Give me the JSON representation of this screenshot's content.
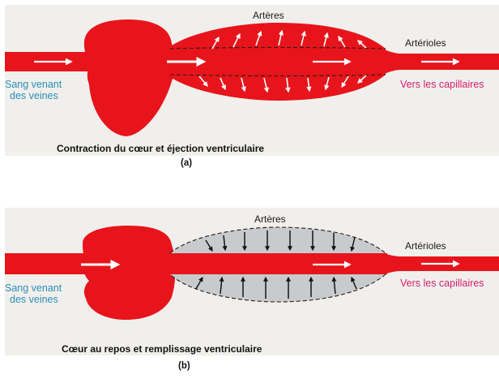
{
  "panel_a": {
    "arteries_label": "Artères",
    "arterioles_label": "Artérioles",
    "source_line1": "Sang venant",
    "source_line2": "des veines",
    "destination": "Vers les capillaires",
    "caption": "Contraction du cœur et éjection ventriculaire",
    "letter": "(a)"
  },
  "panel_b": {
    "arteries_label": "Artères",
    "arterioles_label": "Artérioles",
    "source_line1": "Sang venant",
    "source_line2": "des veines",
    "destination": "Vers les capillaires",
    "caption": "Cœur au repos et remplissage ventriculaire",
    "letter": "(b)"
  },
  "colors": {
    "blood": "#e8141b",
    "artery_wall_resting": "#c8cbce",
    "panel_background": "#f1efec",
    "source_text": "#2a8fb8",
    "destination_text": "#d81e6e"
  }
}
